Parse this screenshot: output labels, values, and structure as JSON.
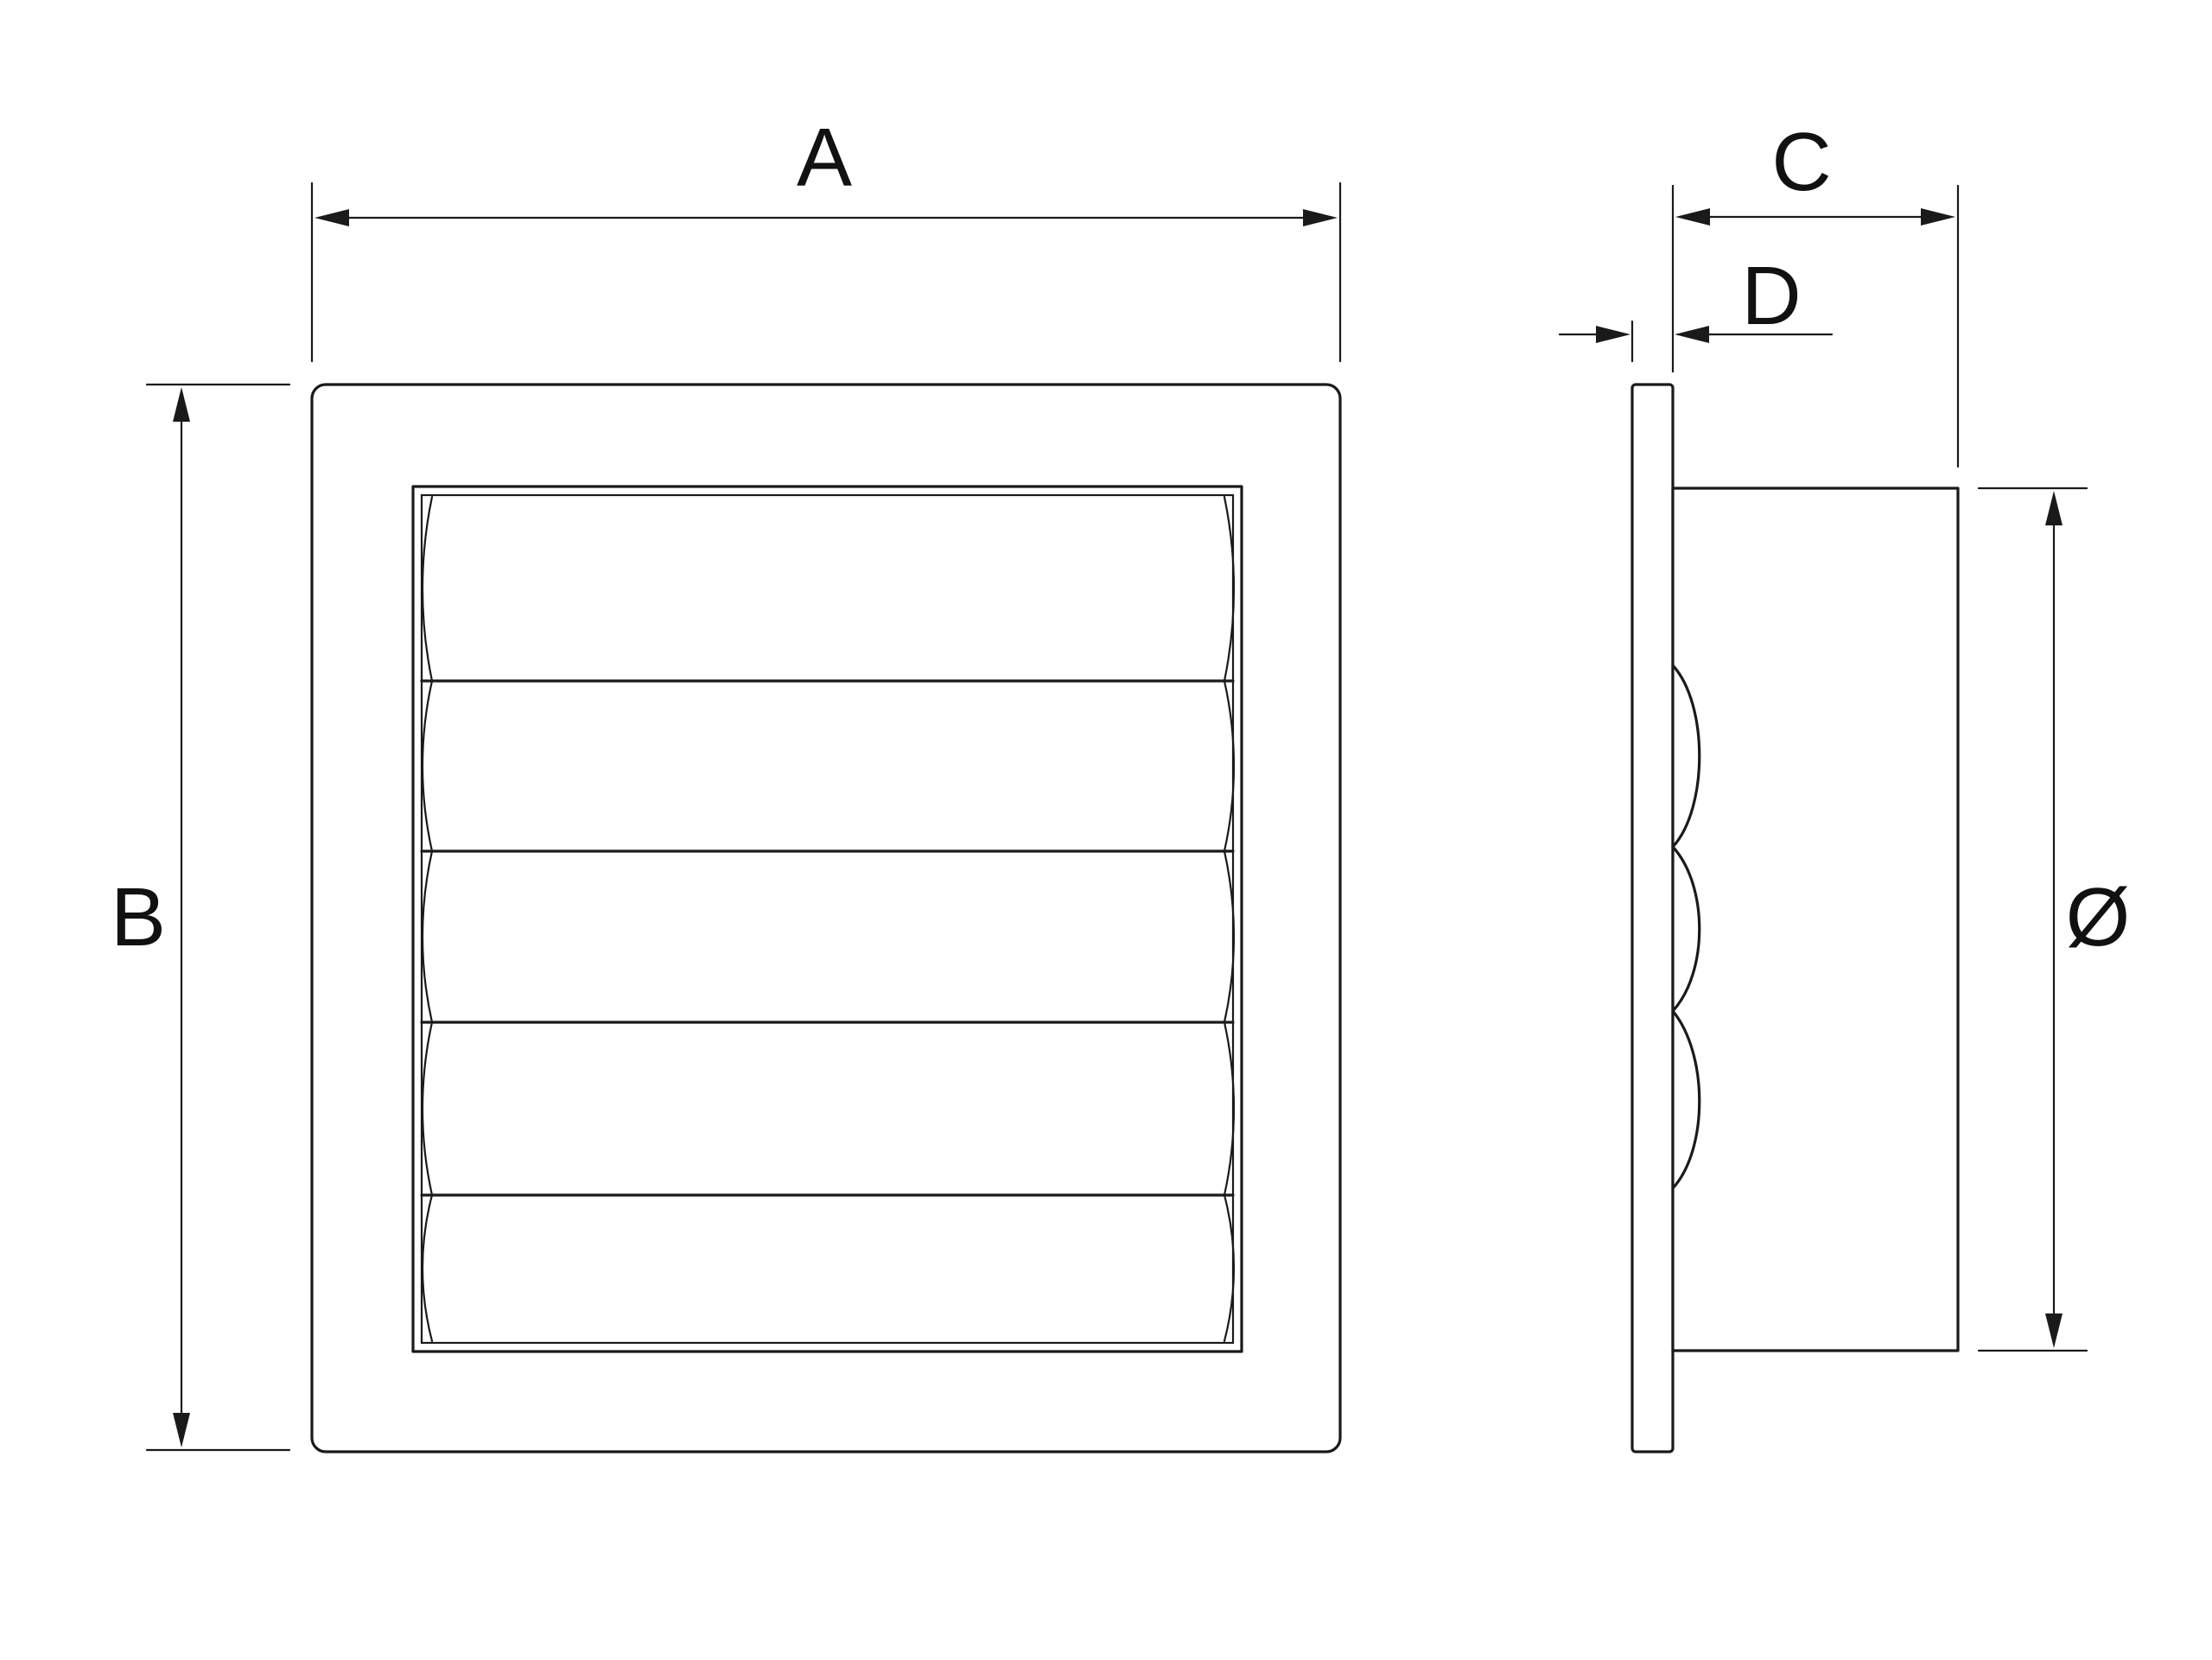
{
  "labels": {
    "a": "A",
    "b": "B",
    "c": "C",
    "d": "D",
    "diameter": "Ø"
  },
  "colors": {
    "line": "#1a1a1a",
    "background": "#ffffff"
  }
}
